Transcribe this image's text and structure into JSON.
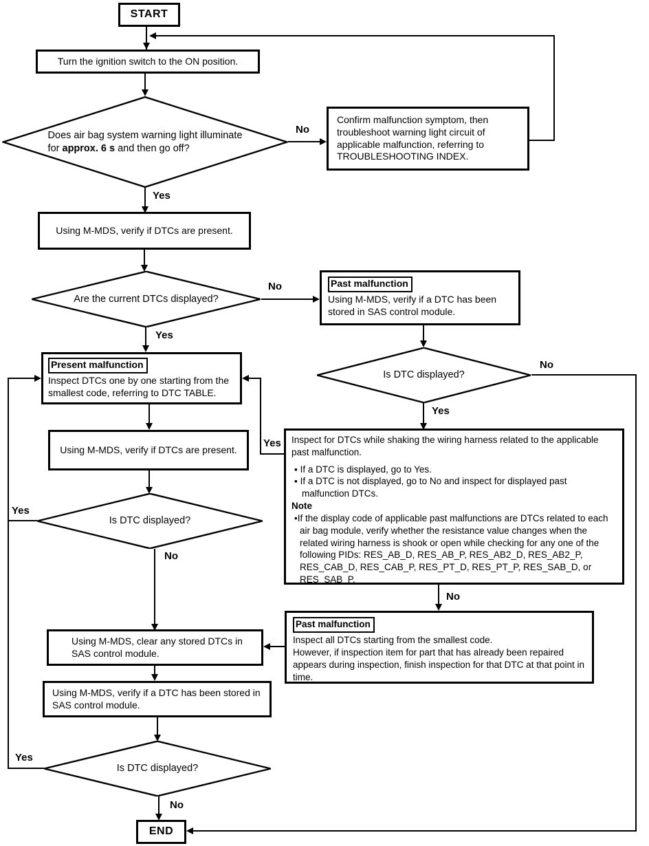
{
  "labels": {
    "yes": "Yes",
    "no": "No",
    "bullet_sq": "▪",
    "bullet_rd": "•"
  },
  "colors": {
    "line": "#000000",
    "background": "#ffffff"
  },
  "nodes": {
    "start": "START",
    "turn_ignition": "Turn the ignition switch to the ON position.",
    "warning_light_q": {
      "line1": "Does air bag system warning light illuminate",
      "line2_pre": "for ",
      "line2_bold": "approx. 6 s",
      "line2_post": " and then go off?"
    },
    "confirm_symptom": "Confirm malfunction symptom, then troubleshoot warning light circuit of applicable malfunction, referring to TROUBLESHOOTING INDEX.",
    "verify_dtcs_present": "Using M-MDS, verify if DTCs are present.",
    "current_dtcs_q": "Are the current DTCs displayed?",
    "past_malfunction_1": {
      "title": "Past malfunction",
      "body": "Using M-MDS, verify if a DTC has been stored in SAS control module."
    },
    "is_dtc_displayed_q": "Is DTC displayed?",
    "present_malfunction": {
      "title": "Present malfunction",
      "body": "Inspect DTCs one by one starting from the smallest code, referring to DTC TABLE."
    },
    "shake_harness": {
      "para": "Inspect for DTCs while shaking the wiring harness related to the applicable past malfunction.",
      "bullets": [
        "If a DTC is displayed, go to Yes.",
        "If a DTC is not displayed, go to No and inspect for displayed past malfunction DTCs."
      ],
      "note_label": "Note",
      "note_bullet": "If the display code of applicable past malfunctions are DTCs related to each air bag module, verify whether the resistance value changes when the related wiring harness is shook or open while checking for any one of the following PIDs: RES_AB_D, RES_AB_P, RES_AB2_D, RES_AB2_P, RES_CAB_D, RES_CAB_P, RES_PT_D, RES_PT_P, RES_SAB_D, or RES_SAB_P."
    },
    "past_malfunction_2": {
      "title": "Past malfunction",
      "line1": "Inspect all DTCs starting from the smallest code.",
      "line2": "However, if inspection item for part that has already been repaired appears during inspection, finish inspection for that DTC at that point in time."
    },
    "clear_dtcs": "Using M-MDS, clear any stored DTCs in SAS control module.",
    "verify_stored_dtc": "Using M-MDS, verify if a DTC has been stored in SAS control module.",
    "end": "END"
  }
}
